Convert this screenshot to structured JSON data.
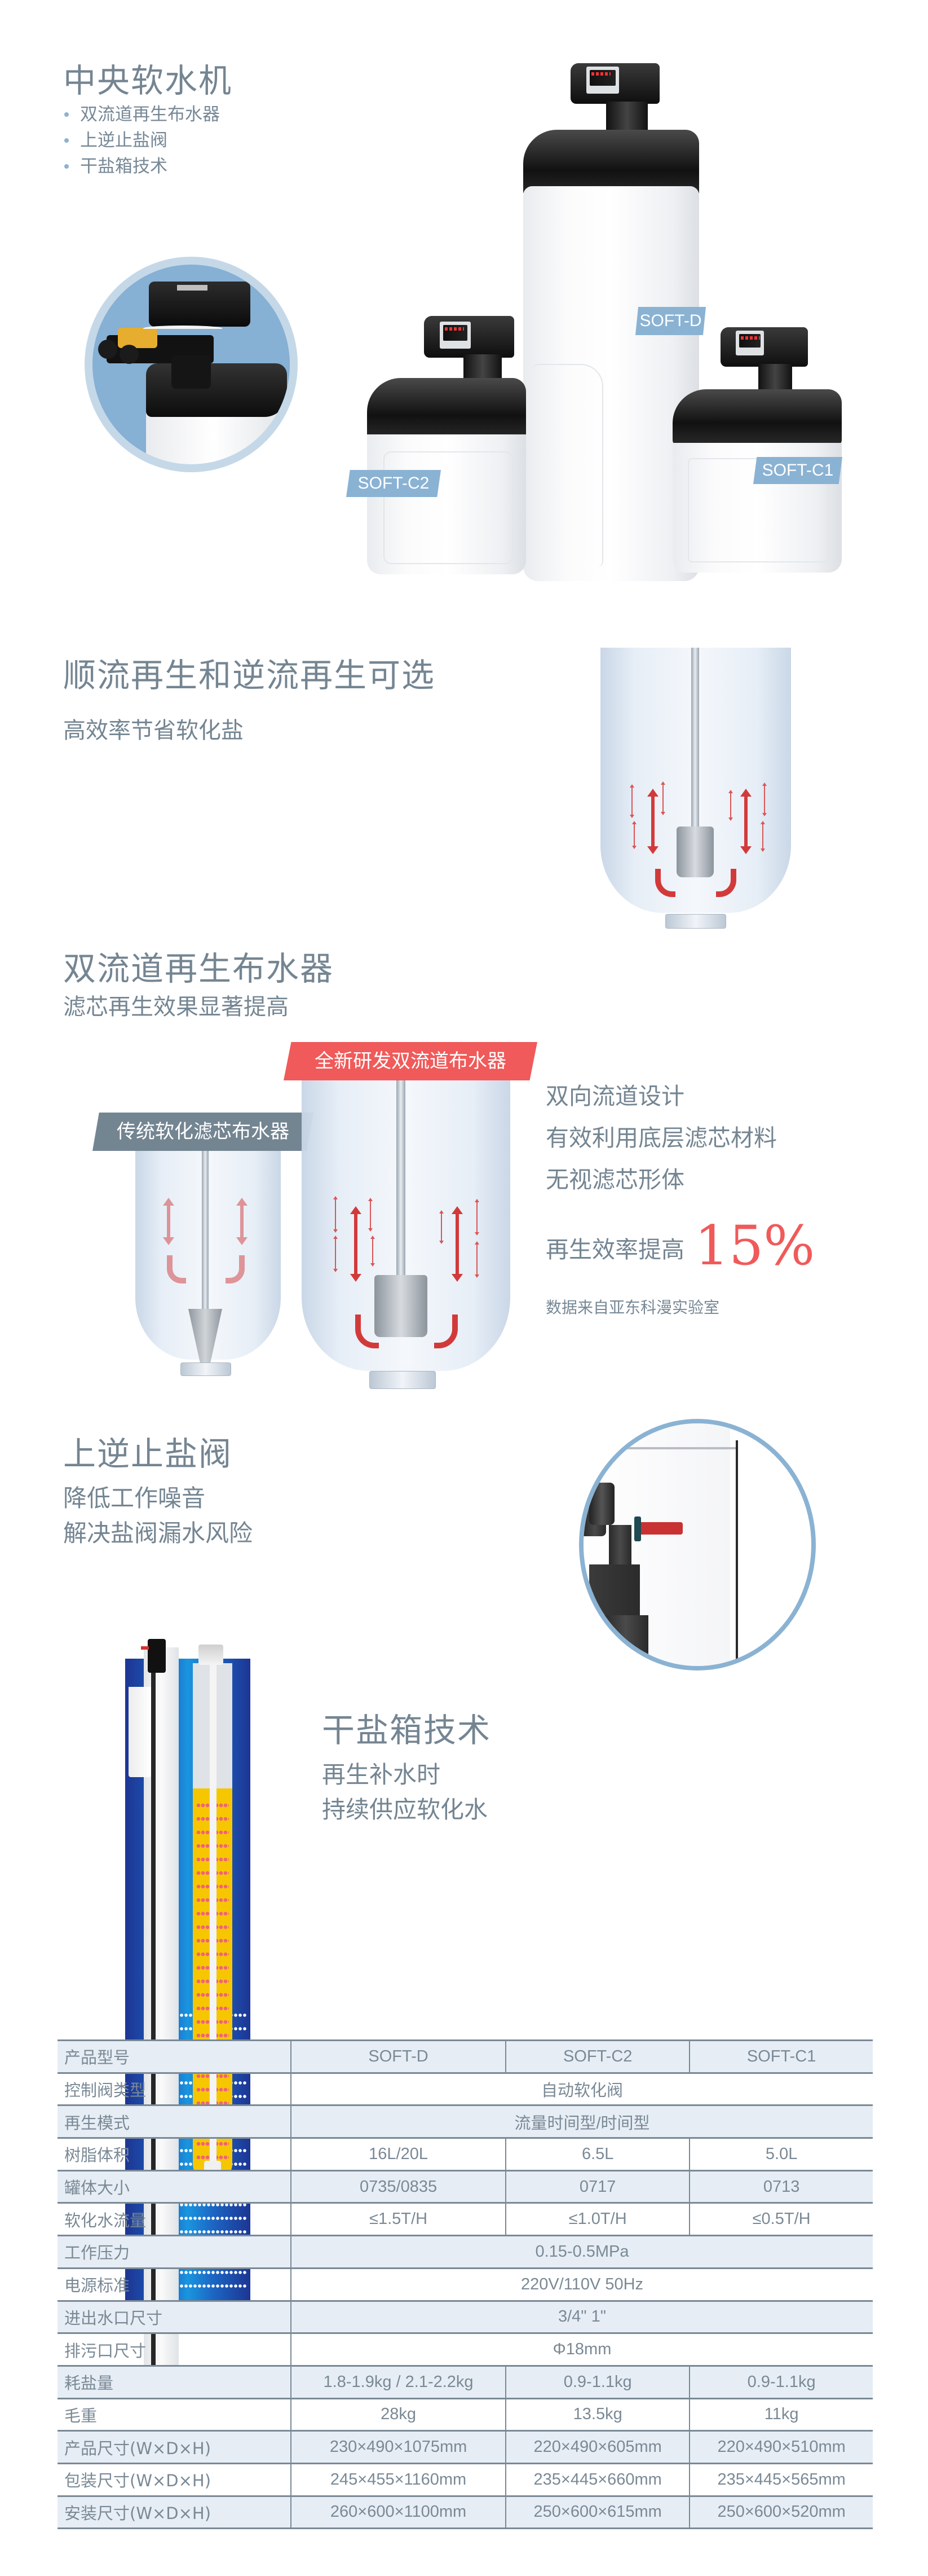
{
  "hero": {
    "title": "中央软水机",
    "bullets": [
      "双流道再生布水器",
      "上逆止盐阀",
      "干盐箱技术"
    ],
    "models": [
      {
        "label": "SOFT-D"
      },
      {
        "label": "SOFT-C2"
      },
      {
        "label": "SOFT-C1"
      }
    ],
    "inset_icon": "control-valve-closeup"
  },
  "regen_section": {
    "title": "顺流再生和逆流再生可选",
    "subtitle": "高效率节省软化盐"
  },
  "dual_channel_section": {
    "title": "双流道再生布水器",
    "subtitle": "滤芯再生效果显著提高",
    "badge_new": "全新研发双流道布水器",
    "badge_traditional": "传统软化滤芯布水器",
    "features": [
      "双向流道设计",
      "有效利用底层滤芯材料",
      "无视滤芯形体"
    ],
    "efficiency_label": "再生效率提高",
    "efficiency_value": "15%",
    "source_note": "数据来自亚东科漫实验室"
  },
  "check_valve_section": {
    "title": "上逆止盐阀",
    "points": [
      "降低工作噪音",
      "解决盐阀漏水风险"
    ]
  },
  "dry_salt_section": {
    "title": "干盐箱技术",
    "points": [
      "再生补水时",
      "持续供应软化水"
    ]
  },
  "spec_table": {
    "rows": [
      {
        "key": "产品型号",
        "values": [
          "SOFT-D",
          "SOFT-C2",
          "SOFT-C1"
        ]
      },
      {
        "key": "控制阀类型",
        "merged": "自动软化阀"
      },
      {
        "key": "再生模式",
        "merged": "流量时间型/时间型"
      },
      {
        "key": "树脂体积",
        "values": [
          "16L/20L",
          "6.5L",
          "5.0L"
        ]
      },
      {
        "key": "罐体大小",
        "values": [
          "0735/0835",
          "0717",
          "0713"
        ]
      },
      {
        "key": "软化水流量",
        "values": [
          "≤1.5T/H",
          "≤1.0T/H",
          "≤0.5T/H"
        ]
      },
      {
        "key": "工作压力",
        "merged": "0.15-0.5MPa"
      },
      {
        "key": "电源标准",
        "merged": "220V/110V 50Hz"
      },
      {
        "key": "进出水口尺寸",
        "merged": "3/4\"  1\""
      },
      {
        "key": "排污口尺寸",
        "merged": "Φ18mm"
      },
      {
        "key": "耗盐量",
        "values": [
          "1.8-1.9kg / 2.1-2.2kg",
          "0.9-1.1kg",
          "0.9-1.1kg"
        ]
      },
      {
        "key": "毛重",
        "values": [
          "28kg",
          "13.5kg",
          "11kg"
        ]
      },
      {
        "key": "产品尺寸(W×D×H)",
        "values": [
          "230×490×1075mm",
          "220×490×605mm",
          "220×490×510mm"
        ]
      },
      {
        "key": "包装尺寸(W×D×H)",
        "values": [
          "245×455×1160mm",
          "235×445×660mm",
          "235×445×565mm"
        ]
      },
      {
        "key": "安装尺寸(W×D×H)",
        "values": [
          "260×600×1100mm",
          "250×600×615mm",
          "250×600×520mm"
        ]
      }
    ]
  },
  "colors": {
    "text": "#748592",
    "accent_blue": "#8ab2d3",
    "accent_red": "#f05a5a",
    "table_shade": "#e6edf5"
  }
}
